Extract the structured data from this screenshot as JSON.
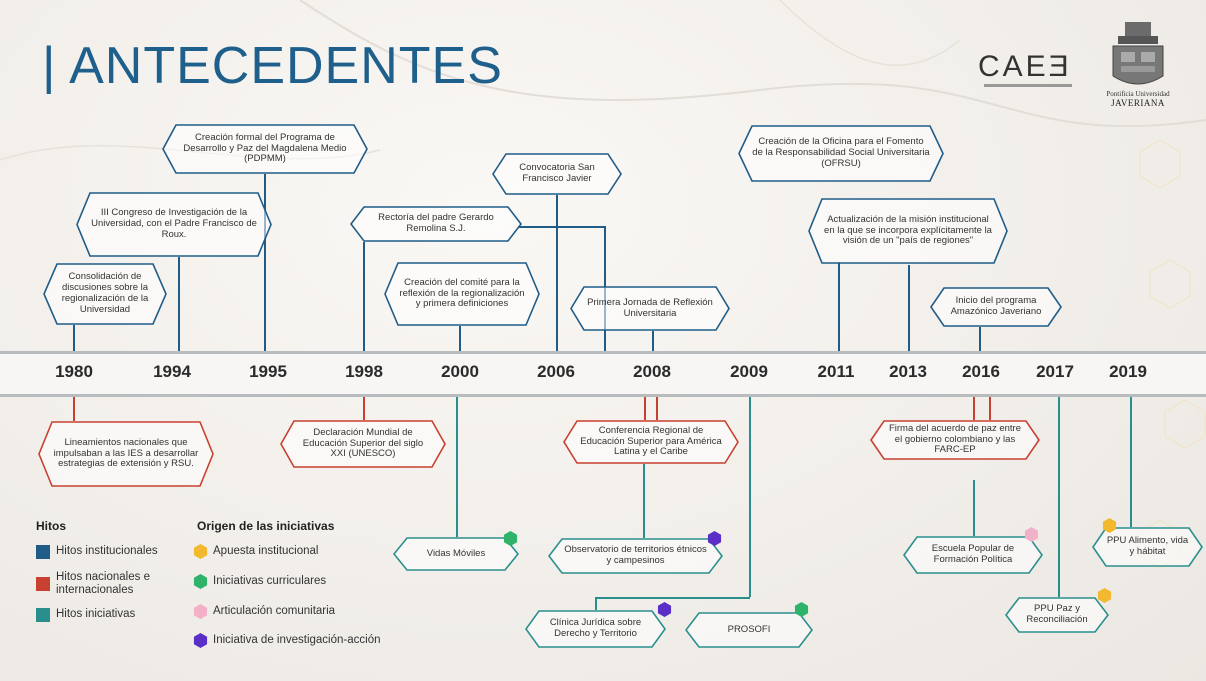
{
  "header": {
    "title": "| ANTECEDENTES",
    "logo_caee": "CAEƎ",
    "logo_javeriana_small": "Pontificia Universidad",
    "logo_javeriana": "JAVERIANA"
  },
  "colors": {
    "institucional": "#1f5c88",
    "nacional": "#c8402f",
    "iniciativa": "#2a8f8c",
    "apuesta": "#f2b82e",
    "curricular": "#2fb36a",
    "comunitaria": "#f2b1c8",
    "investigacion": "#5a2fc8"
  },
  "timeline": {
    "years": [
      "1980",
      "1994",
      "1995",
      "1998",
      "2000",
      "2006",
      "2008",
      "2009",
      "2011",
      "2013",
      "2016",
      "2017",
      "2019"
    ]
  },
  "milestones": {
    "m1980_top": "Consolidación de discusiones sobre la regionalización de la Universidad",
    "m1994_top": "III Congreso de Investigación de la Universidad, con  el Padre Francisco de Roux.",
    "m1995_top": "Creación formal del Programa de Desarrollo y Paz del Magdalena Medio (PDPMM)",
    "m1998_top": "Rectoría del padre Gerardo Remolina S.J.",
    "m2000_top": "Creación del comité para la reflexión de la regionalización y primera definiciones",
    "m2006_top": "Convocatoria San Francisco Javier",
    "m2008_top": "Primera Jornada de Reflexión Universitaria",
    "m2011_top": "Creación de la Oficina para el Fomento de la Responsabilidad Social Universitaria (OFRSU)",
    "m2013_top": "Actualización de la misión institucional en la que se incorpora explícitamente la visión de un \"país de regiones\"",
    "m2016_top": "Inicio del programa Amazónico Javeriano",
    "m1980_bot": "Lineamientos nacionales que impulsaban a las IES a desarrollar estrategias de extensión y RSU.",
    "m1998_bot": "Declaración Mundial de Educación Superior del siglo XXI (UNESCO)",
    "m2008_bot": "Conferencia Regional de Educación Superior para América Latina y el Caribe",
    "m2016_bot": "Firma del acuerdo de paz entre el gobierno colombiano y las FARC-EP",
    "vidas": "Vidas Móviles",
    "observatorio": "Observatorio de territorios étnicos y campesinos",
    "clinica": "Clínica Jurídica sobre Derecho y Territorio",
    "prosofi": "PROSOFI",
    "escuela": "Escuela Popular de Formación Política",
    "ppu_paz": "PPU Paz y Reconciliación",
    "ppu_alimento": "PPU Alimento, vida y hábitat"
  },
  "legend": {
    "hitos_title": "Hitos",
    "hitos": [
      "Hitos institucionales",
      "Hitos nacionales e internacionales",
      "Hitos iniciativas"
    ],
    "origen_title": "Origen de las iniciativas",
    "origen": [
      "Apuesta institucional",
      "Iniciativas curriculares",
      "Articulación comunitaria",
      "Iniciativa de investigación-acción"
    ]
  },
  "icons": {
    "hex_marker": "hexagon-icon",
    "legend_square": "square-icon"
  }
}
